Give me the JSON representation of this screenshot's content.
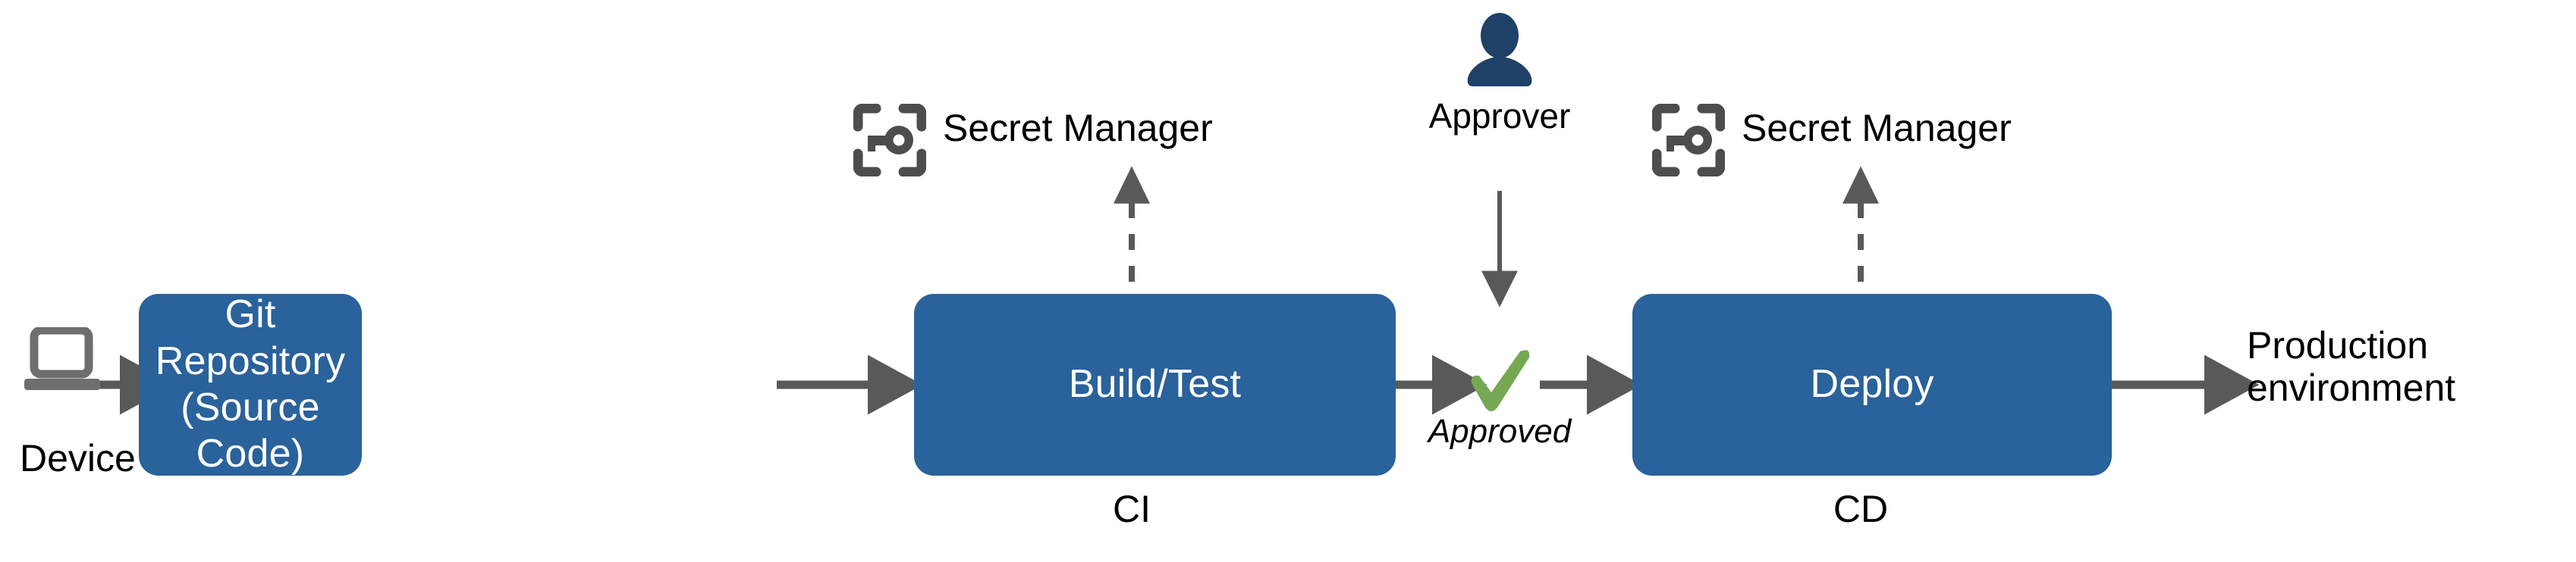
{
  "diagram": {
    "title": "CI/CD pipeline with secret manager and manual approval",
    "colors": {
      "box_blue": "#2A629B",
      "arrow_gray": "#595959",
      "icon_gray": "#6E6E6E",
      "person_navy": "#1F4067",
      "check_green": "#76A854",
      "text_black": "#000000",
      "box_text": "#FFFFFF",
      "background": "#FFFFFF"
    },
    "nodes": [
      {
        "id": "device",
        "kind": "icon-label",
        "icon": "laptop-icon",
        "label": "Device"
      },
      {
        "id": "git-repository",
        "kind": "process-box",
        "label": "Git Repository\n(Source Code)"
      },
      {
        "id": "build-test",
        "kind": "process-box",
        "label": "Build/Test",
        "group_label": "CI"
      },
      {
        "id": "approval-gate",
        "kind": "status-marker",
        "icon": "check-icon",
        "label": "Approved"
      },
      {
        "id": "deploy",
        "kind": "process-box",
        "label": "Deploy",
        "group_label": "CD"
      },
      {
        "id": "production",
        "kind": "text-endpoint",
        "label": "Production\nenvironment"
      },
      {
        "id": "secret-manager-ci",
        "kind": "icon-label",
        "icon": "secret-manager-icon",
        "label": "Secret Manager"
      },
      {
        "id": "secret-manager-cd",
        "kind": "icon-label",
        "icon": "secret-manager-icon",
        "label": "Secret Manager"
      },
      {
        "id": "approver",
        "kind": "icon-label",
        "icon": "person-icon",
        "label": "Approver"
      }
    ],
    "group_labels": {
      "ci": "CI",
      "cd": "CD"
    },
    "edges": [
      {
        "id": "device-to-git",
        "from": "device",
        "to": "git-repository",
        "style": "solid",
        "direction": "right"
      },
      {
        "id": "git-to-build",
        "from": "git-repository",
        "to": "build-test",
        "style": "solid",
        "direction": "right"
      },
      {
        "id": "build-to-check",
        "from": "build-test",
        "to": "approval-gate",
        "style": "solid",
        "direction": "right"
      },
      {
        "id": "check-to-deploy",
        "from": "approval-gate",
        "to": "deploy",
        "style": "solid",
        "direction": "right"
      },
      {
        "id": "deploy-to-production",
        "from": "deploy",
        "to": "production",
        "style": "solid",
        "direction": "right"
      },
      {
        "id": "build-to-secret-ci",
        "from": "build-test",
        "to": "secret-manager-ci",
        "style": "dashed",
        "direction": "up"
      },
      {
        "id": "deploy-to-secret-cd",
        "from": "deploy",
        "to": "secret-manager-cd",
        "style": "dashed",
        "direction": "up"
      },
      {
        "id": "approver-to-gate",
        "from": "approver",
        "to": "approval-gate",
        "style": "solid-thin",
        "direction": "down"
      }
    ]
  }
}
